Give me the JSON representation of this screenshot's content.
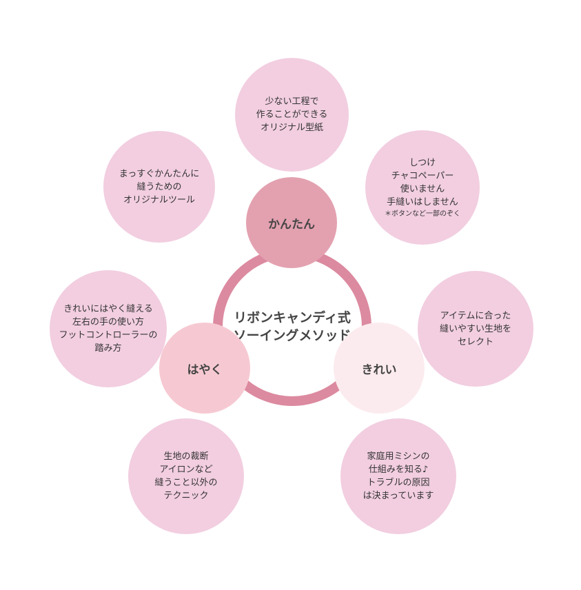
{
  "center": {
    "title_lines": [
      "リボンキャンディ式",
      "ソーイングメソッド"
    ]
  },
  "hubs": {
    "kantan": "かんたん",
    "hayaku": "はやく",
    "kirei": "きれい"
  },
  "bubbles": {
    "top": [
      "少ない工程で",
      "作ることができる",
      "オリジナル型紙"
    ],
    "upper_left": [
      "まっすぐかんたんに",
      "縫うための",
      "オリジナルツール"
    ],
    "upper_right": [
      "しつけ",
      "チャコペーパー",
      "使いません",
      "手縫いはしません"
    ],
    "upper_right_note": "＊ボタンなど一部のぞく",
    "left": [
      "きれいにはやく縫える",
      "左右の手の使い方",
      "フットコントローラーの",
      "踏み方"
    ],
    "right": [
      "アイテムに合った",
      "縫いやすい生地を",
      "セレクト"
    ],
    "lower_left": [
      "生地の裁断",
      "アイロンなど",
      "縫うこと以外の",
      "テクニック"
    ],
    "lower_right": [
      "家庭用ミシンの",
      "仕組みを知る♪",
      "トラブルの原因",
      "は決まっています"
    ]
  },
  "colors": {
    "bubble": "#f2cee0",
    "ring": "#dc8aa0",
    "kantan": "#e3a1b0",
    "hayaku": "#f6c9d2",
    "kirei": "#fcebee"
  }
}
